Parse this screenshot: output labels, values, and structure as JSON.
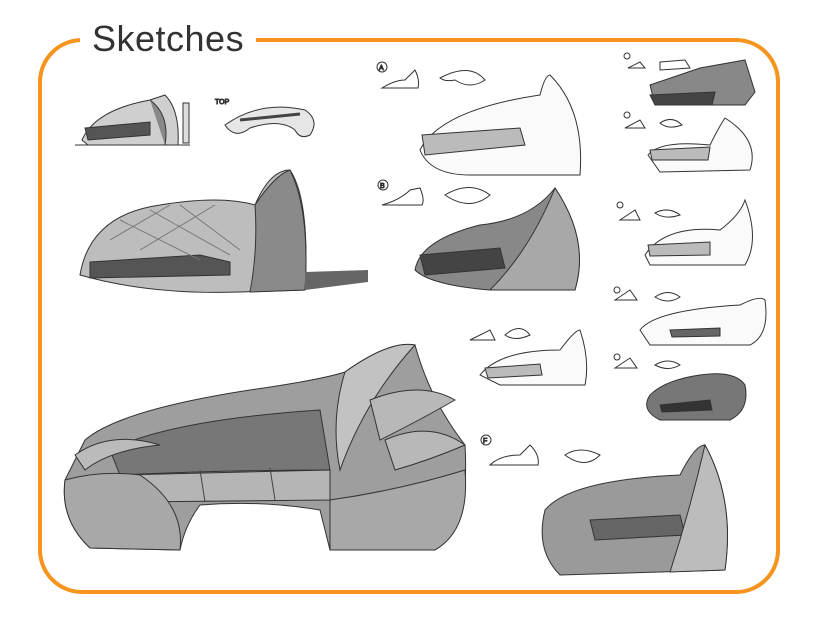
{
  "page": {
    "title": "Sketches",
    "accent_color": "#f7941d"
  },
  "sketches": {
    "labels": [
      "A",
      "B",
      "F"
    ],
    "top_note": "TOP"
  }
}
